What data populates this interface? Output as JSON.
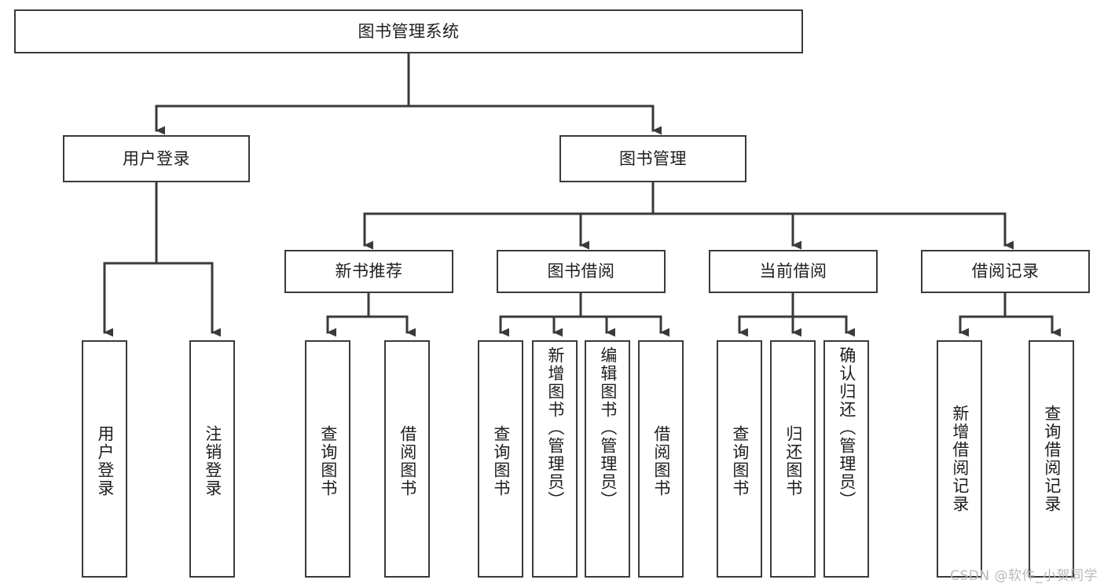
{
  "diagram": {
    "title": "图书管理系统",
    "type": "tree-diagram",
    "root": {
      "label": "图书管理系统"
    },
    "level1": [
      {
        "label": "用户登录"
      },
      {
        "label": "图书管理"
      }
    ],
    "level2": [
      {
        "label": "新书推荐"
      },
      {
        "label": "图书借阅"
      },
      {
        "label": "当前借阅"
      },
      {
        "label": "借阅记录"
      }
    ],
    "leaves": {
      "user_login": [
        {
          "label": "用户登录"
        },
        {
          "label": "注销登录"
        }
      ],
      "new_book_recommend": [
        {
          "label": "查询图书"
        },
        {
          "label": "借阅图书"
        }
      ],
      "book_borrow": [
        {
          "label": "查询图书"
        },
        {
          "label": "新增图书（管理员）"
        },
        {
          "label": "编辑图书（管理员）"
        },
        {
          "label": "借阅图书"
        }
      ],
      "current_borrow": [
        {
          "label": "查询图书"
        },
        {
          "label": "归还图书"
        },
        {
          "label": "确认归还（管理员）"
        }
      ],
      "borrow_record": [
        {
          "label": "新增借阅记录"
        },
        {
          "label": "查询借阅记录"
        }
      ]
    }
  },
  "watermark": {
    "text": "CSDN @软件_小贺同学"
  },
  "colors": {
    "stroke": "#3a3a3a",
    "text": "#1e1e1e",
    "background": "#ffffff",
    "watermark": "#b9b9b9"
  }
}
